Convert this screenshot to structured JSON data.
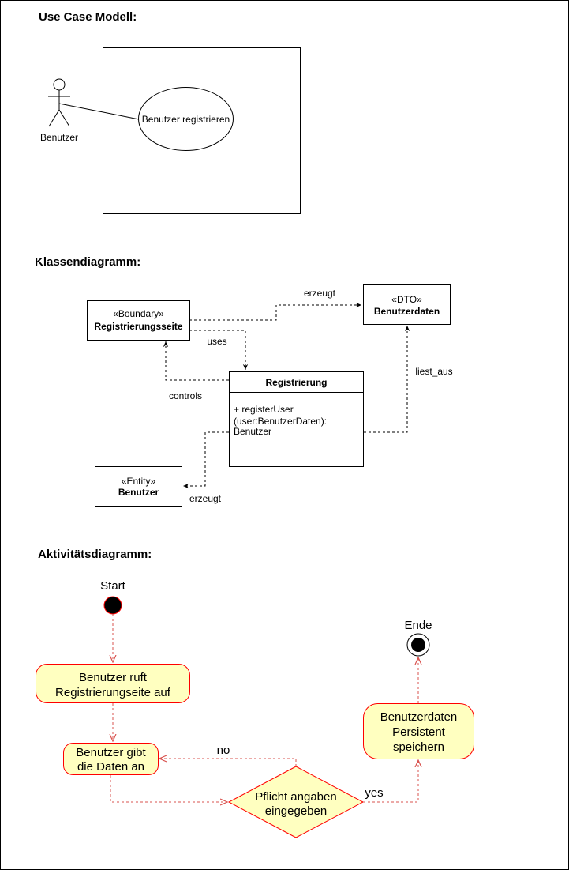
{
  "sections": {
    "use_case": "Use Case Modell:",
    "class_diagram": "Klassendiagramm:",
    "activity_diagram": "Aktivitätsdiagramm:"
  },
  "use_case": {
    "actor": "Benutzer",
    "use_case": "Benutzer registrieren"
  },
  "class_diagram": {
    "boundary": {
      "stereotype": "«Boundary»",
      "name": "Registrierungsseite"
    },
    "dto": {
      "stereotype": "«DTO»",
      "name": "Benutzerdaten"
    },
    "entity": {
      "stereotype": "«Entity»",
      "name": "Benutzer"
    },
    "control": {
      "name": "Registrierung",
      "operation_lines": [
        "+ registerUser",
        "(user:BenutzerDaten):",
        "Benutzer"
      ]
    },
    "edges": {
      "erzeugt_dto": "erzeugt",
      "uses": "uses",
      "controls": "controls",
      "liest_aus": "liest_aus",
      "erzeugt_entity": "erzeugt"
    }
  },
  "activity": {
    "start_label": "Start",
    "end_label": "Ende",
    "action1_lines": [
      "Benutzer ruft",
      "Registrierungseite auf"
    ],
    "action2_lines": [
      "Benutzer gibt",
      "die Daten an"
    ],
    "decision_lines": [
      "Pflicht angaben",
      "eingegeben"
    ],
    "action3_lines": [
      "Benutzerdaten",
      "Persistent",
      "speichern"
    ],
    "guard_no": "no",
    "guard_yes": "yes"
  },
  "colors": {
    "activity_fill": "#ffffc0",
    "activity_stroke": "#ff0000",
    "arrow_red": "#b85450"
  }
}
